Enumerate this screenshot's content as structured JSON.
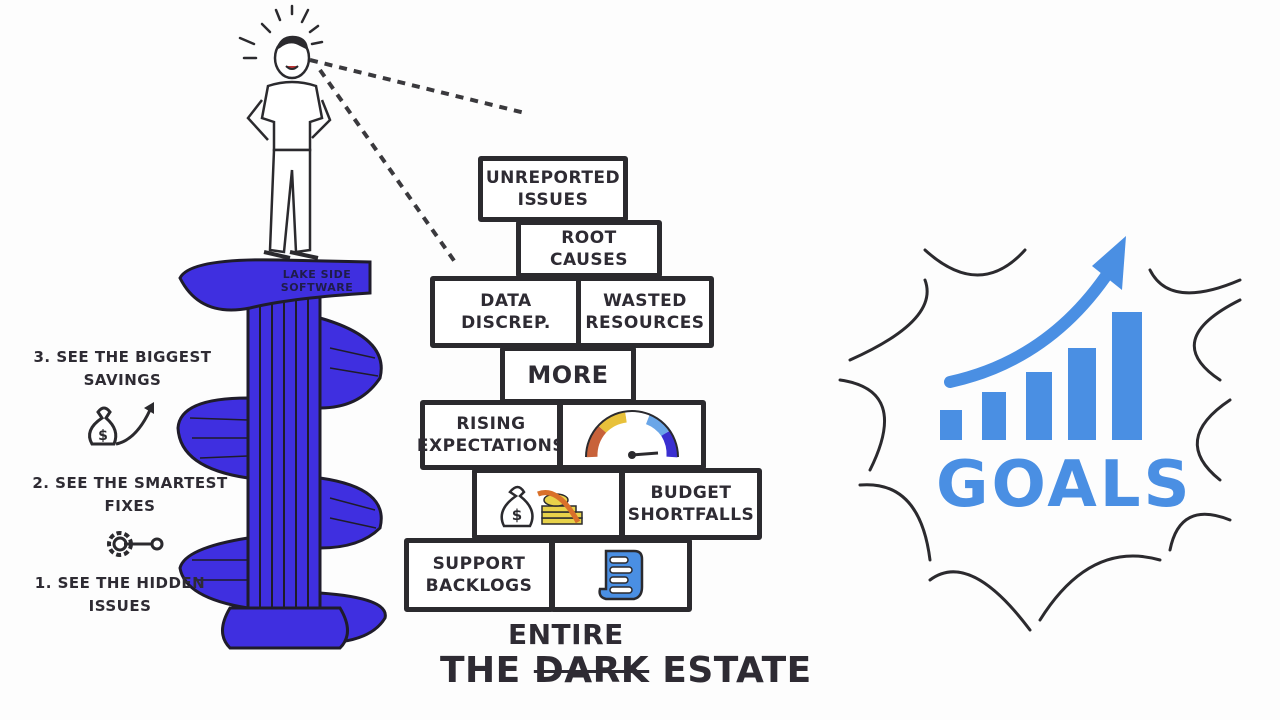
{
  "colors": {
    "ink": "#2b2a2e",
    "staircase": "#3f2fe0",
    "goals_blue": "#4a8fe3",
    "gauge": [
      "#c8623a",
      "#e8c13a",
      "#ffffff",
      "#6aa6e8",
      "#3a2fd0"
    ]
  },
  "staircase": {
    "logo_line1": "LAKE SIDE",
    "logo_line2": "SOFTWARE"
  },
  "steps": [
    {
      "line1": "3. SEE THE BIGGEST",
      "line2": "SAVINGS",
      "icon": "money-bag-arrow-icon"
    },
    {
      "line1": "2. SEE THE SMARTEST",
      "line2": "FIXES",
      "icon": "gear-key-icon"
    },
    {
      "line1": "1. SEE THE HIDDEN",
      "line2": "ISSUES",
      "icon": ""
    }
  ],
  "wall": {
    "bricks": [
      {
        "id": "unreported",
        "text": "UNREPORTED\nISSUES"
      },
      {
        "id": "root",
        "text": "ROOT\nCAUSES"
      },
      {
        "id": "data",
        "text": "DATA\nDISCREP."
      },
      {
        "id": "wasted",
        "text": "WASTED\nRESOURCES"
      },
      {
        "id": "more",
        "text": "MORE"
      },
      {
        "id": "rising",
        "text": "RISING\nEXPECTATIONS"
      },
      {
        "id": "gauge",
        "text": "",
        "icon": "gauge-icon"
      },
      {
        "id": "money",
        "text": "",
        "icon": "money-bag-coins-icon"
      },
      {
        "id": "budget",
        "text": "BUDGET\nSHORTFALLS"
      },
      {
        "id": "support",
        "text": "SUPPORT\nBACKLOGS"
      },
      {
        "id": "scroll",
        "text": "",
        "icon": "server-scroll-icon"
      }
    ],
    "caption_top": "ENTIRE",
    "caption_the": "THE",
    "caption_struck": "DARK",
    "caption_end": "ESTATE"
  },
  "goals": {
    "label": "GOALS",
    "bars": [
      1,
      2,
      3,
      4,
      5
    ]
  }
}
